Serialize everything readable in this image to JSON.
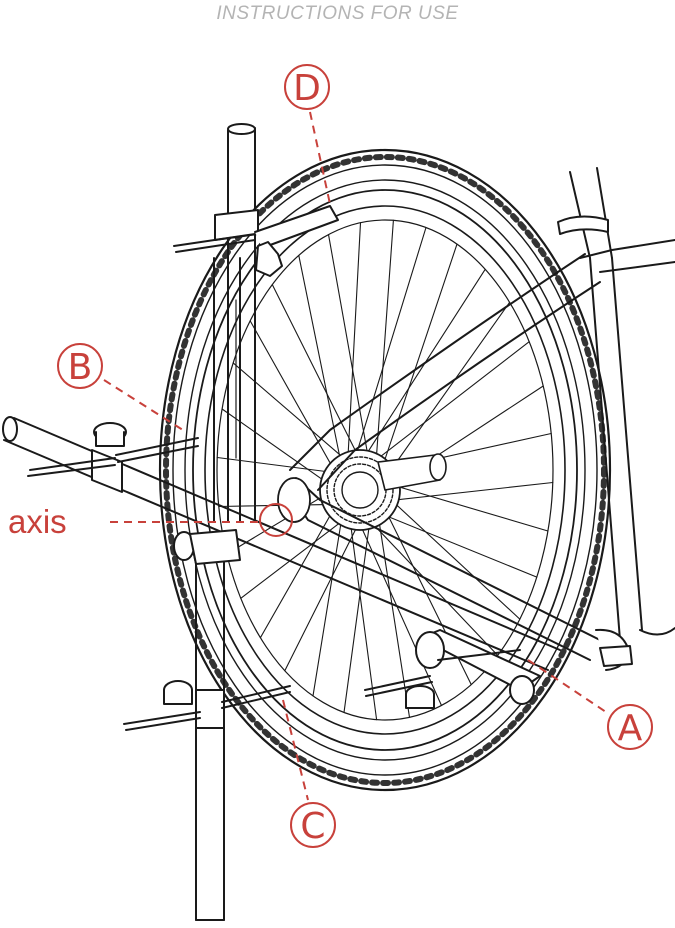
{
  "header": {
    "title": "INSTRUCTIONS FOR USE"
  },
  "callouts": {
    "A": "A",
    "B": "B",
    "C": "C",
    "D": "D",
    "axis": "axis"
  },
  "colors": {
    "callout": "#c8413b",
    "line_art": "#1a1a1a",
    "header_text": "#b4b4b4",
    "background": "#ffffff"
  }
}
